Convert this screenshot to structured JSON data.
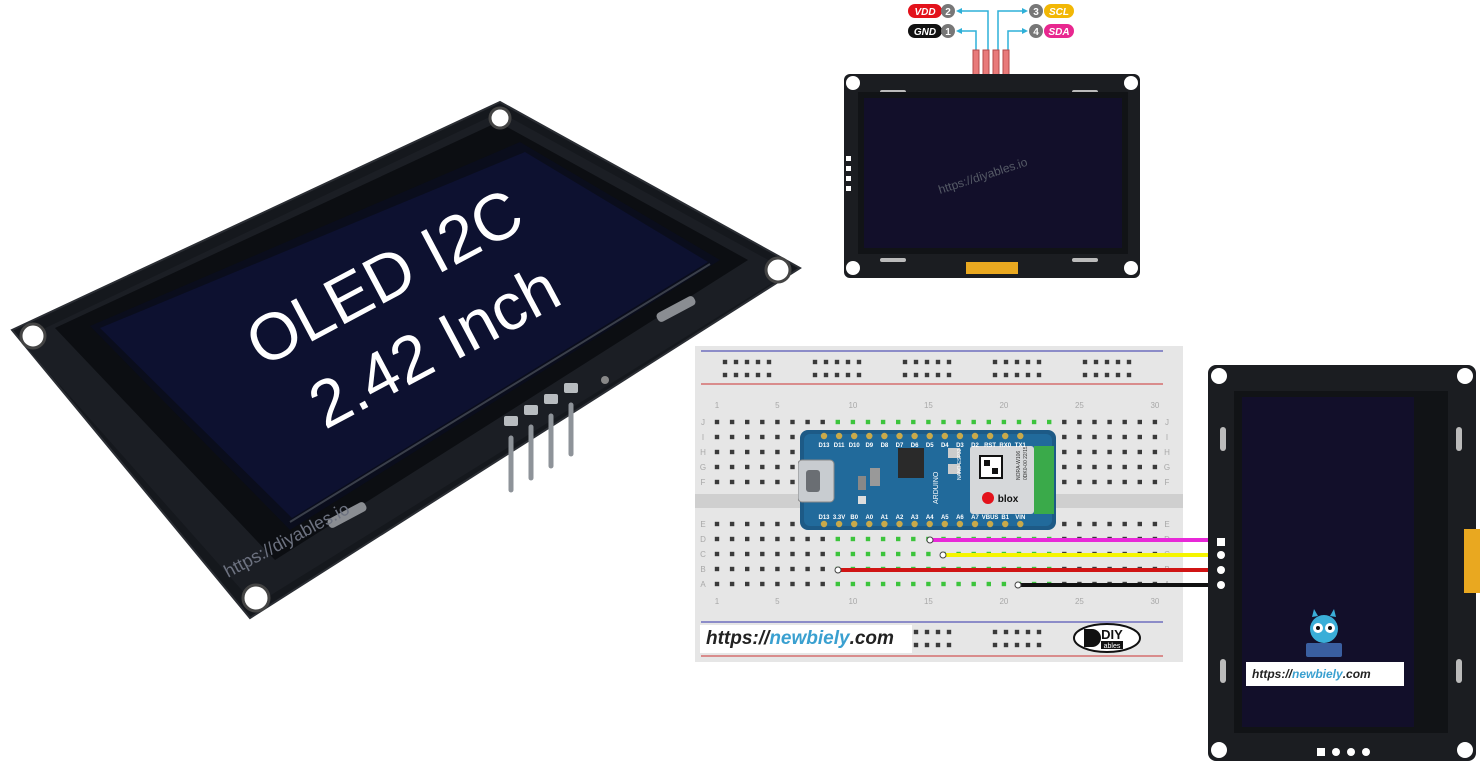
{
  "oled_photo": {
    "line1": "OLED I2C",
    "line2": "2.42 Inch",
    "watermark": "https://diyables.io"
  },
  "pinout": {
    "pins": [
      {
        "num": "2",
        "name": "VDD",
        "color": "#e3121b"
      },
      {
        "num": "1",
        "name": "GND",
        "color": "#111111"
      },
      {
        "num": "3",
        "name": "SCL",
        "color": "#f2b705"
      },
      {
        "num": "4",
        "name": "SDA",
        "color": "#e8278f"
      }
    ],
    "watermark": "https://diyables.io"
  },
  "breadboard": {
    "column_numbers": [
      "1",
      "5",
      "10",
      "15",
      "20",
      "25",
      "30"
    ],
    "row_letters_top": [
      "J",
      "I",
      "H",
      "G",
      "F"
    ],
    "row_letters_bottom": [
      "E",
      "D",
      "C",
      "B",
      "A"
    ],
    "site": {
      "prefix": "https://",
      "name": "newbiely",
      "suffix": ".com"
    },
    "logo_text": "DIY",
    "logo_sub": "ables"
  },
  "arduino": {
    "top_pins": [
      "D13",
      "D11",
      "D10",
      "D9",
      "D8",
      "D7",
      "D6",
      "D5",
      "D4",
      "D3",
      "D2",
      "RST",
      "RX0",
      "TX1"
    ],
    "bottom_pins": [
      "D13",
      "3.3V",
      "B0",
      "A0",
      "A1",
      "A2",
      "A3",
      "A4",
      "A5",
      "A6",
      "A7",
      "VBUS",
      "B1",
      "VIN"
    ],
    "board_label": "NANO ESP32",
    "brand": "ARDUINO",
    "module_brand": "blox",
    "module_text": "NORA-W106",
    "module_code": "0DK0-00 22/15"
  },
  "wires": [
    {
      "color": "#e828d8",
      "signal": "SDA"
    },
    {
      "color": "#f5f500",
      "signal": "SCL"
    },
    {
      "color": "#d01414",
      "signal": "VDD"
    },
    {
      "color": "#111111",
      "signal": "GND"
    }
  ],
  "oled_side": {
    "site": {
      "prefix": "https://",
      "name": "newbiely",
      "suffix": ".com"
    }
  },
  "colors": {
    "cyan": "#2eb0d8",
    "accent": "#3aa0d0"
  }
}
